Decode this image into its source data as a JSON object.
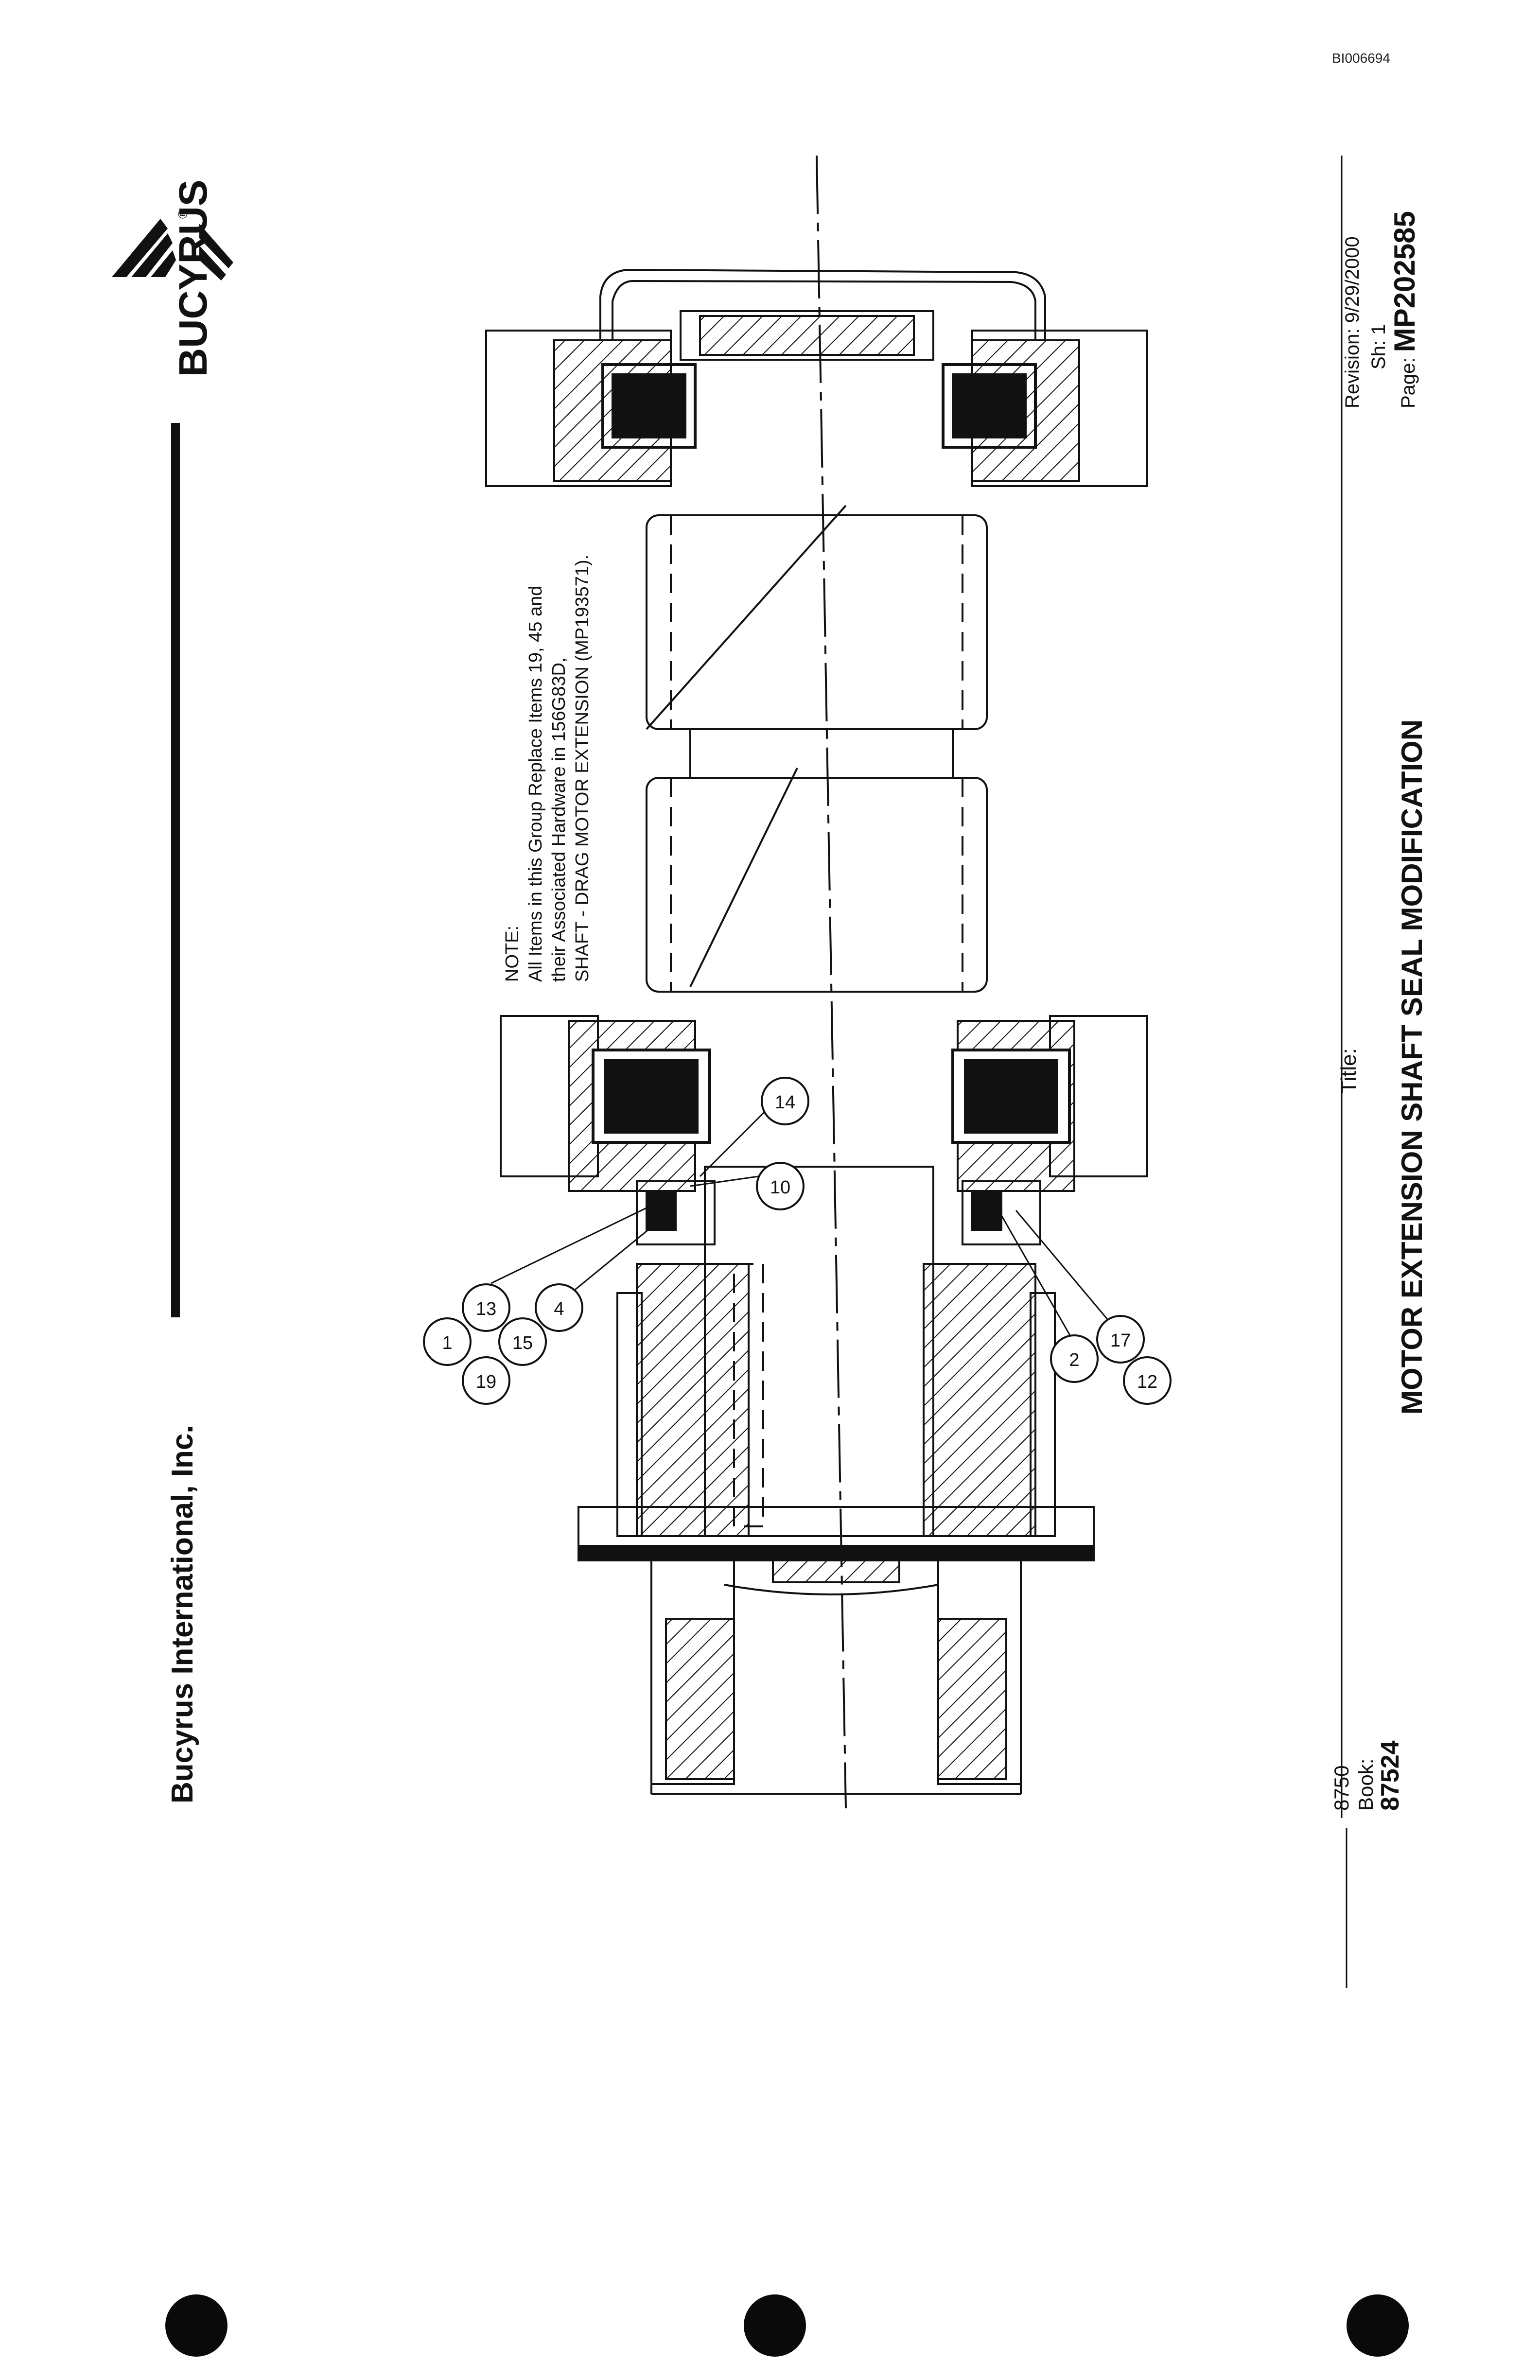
{
  "doc_id": "BI006694",
  "brand": {
    "logo_text": "BUCYRUS",
    "registered_mark": "®"
  },
  "company": "Bucyrus International, Inc.",
  "note": {
    "heading": "NOTE:",
    "lines": [
      "All Items in this Group Replace Items 19, 45 and",
      "their Associated Hardware in 156G83D,",
      "SHAFT - DRAG MOTOR EXTENSION (MP193571)."
    ]
  },
  "title_label": "Title:",
  "title": "MOTOR EXTENSION SHAFT SEAL MODIFICATION",
  "model": "8750",
  "book_label": "Book:",
  "book": "87524",
  "revision_label": "Revision:",
  "revision": "9/29/2000",
  "sheet_label": "Sh:",
  "sheet": "1",
  "page_label": "Page:",
  "page": "MP202585",
  "callouts": [
    "1",
    "13",
    "19",
    "15",
    "4",
    "10",
    "14",
    "2",
    "17",
    "12"
  ],
  "colors": {
    "ink": "#111111",
    "paper": "#ffffff"
  }
}
